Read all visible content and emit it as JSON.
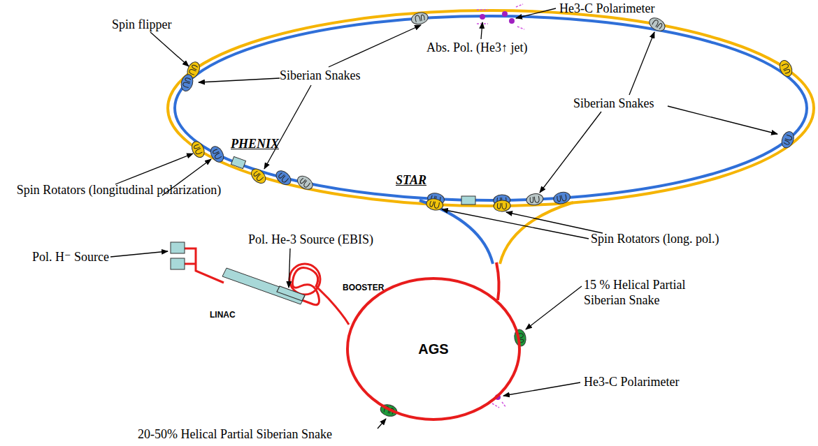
{
  "diagram": {
    "nodes": [
      {
        "text": [
          "AGS"
        ]
      }
    ],
    "labels": [
      "He3-C Polarimeter",
      "Abs. Pol. (He3↑ jet)",
      "Spin flipper",
      "Siberian Snakes",
      "Siberian Snakes",
      "PHENIX",
      "STAR",
      "Spin Rotators (longitudinal polarization)",
      "Spin Rotators (long. pol.)",
      "Pol. He-3 Source (EBIS)",
      "LINAC",
      "BOOSTER",
      "Pol. H⁻ Source",
      "15 % Helical Partial Siberian Snake",
      "He3-C Polarimeter",
      "20-50% Helical Partial Siberian Snake"
    ]
  }
}
